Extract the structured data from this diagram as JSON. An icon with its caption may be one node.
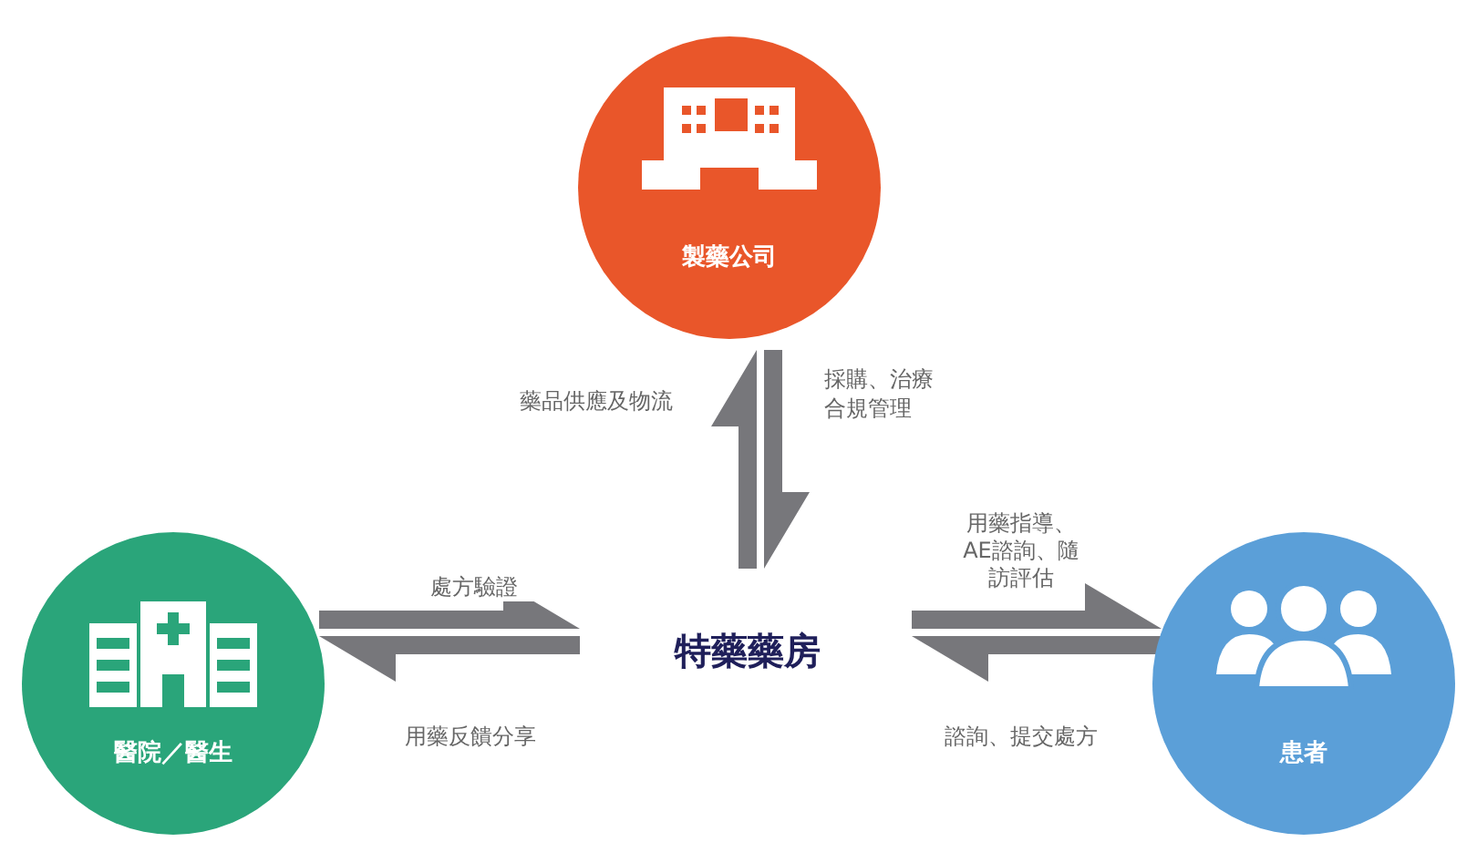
{
  "diagram": {
    "nodes": [
      {
        "text": [
          "製藥公司"
        ]
      },
      {
        "text": [
          "醫院／醫生"
        ]
      },
      {
        "text": [
          "特藥藥房"
        ]
      },
      {
        "text": [
          "患者"
        ]
      }
    ],
    "edges": [
      {
        "from": 2,
        "to": 0,
        "arrow": "to",
        "label": "藥品供應及物流"
      },
      {
        "from": 0,
        "to": 2,
        "arrow": "to",
        "label": "採購、治療合規管理"
      },
      {
        "from": 1,
        "to": 2,
        "arrow": "to",
        "label": "處方驗證"
      },
      {
        "from": 2,
        "to": 1,
        "arrow": "to",
        "label": "用藥反饋分享"
      },
      {
        "from": 2,
        "to": 3,
        "arrow": "to",
        "label": "用藥指導、AE諮詢、隨訪評估"
      },
      {
        "from": 3,
        "to": 2,
        "arrow": "to",
        "label": "諮詢、提交處方"
      }
    ]
  }
}
